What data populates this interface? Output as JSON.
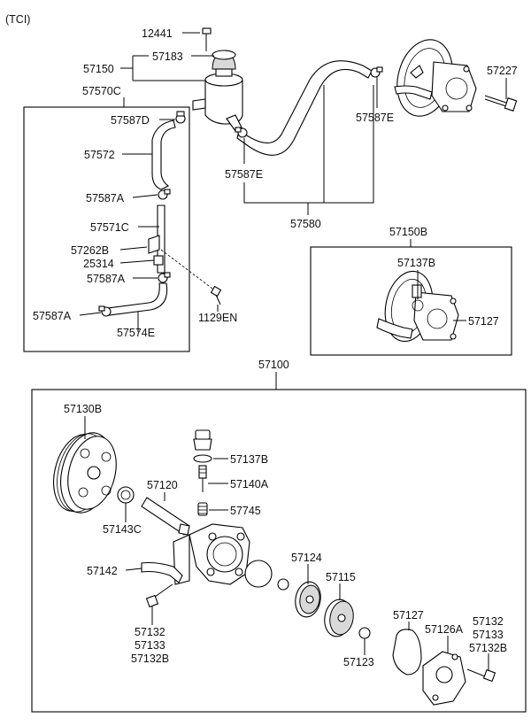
{
  "variant": "(TCI)",
  "labels": {
    "p12441": "12441",
    "p57150": "57150",
    "p57183": "57183",
    "p57570C": "57570C",
    "p57587D": "57587D",
    "p57572": "57572",
    "p57587A_1": "57587A",
    "p57571C": "57571C",
    "p57262B": "57262B",
    "p25314": "25314",
    "p57587A_2": "57587A",
    "p57587A_3": "57587A",
    "p57574E": "57574E",
    "p1129EN": "1129EN",
    "p57587E_1": "57587E",
    "p57587E_2": "57587E",
    "p57580": "57580",
    "p57227": "57227",
    "p57150B": "57150B",
    "p57137B_1": "57137B",
    "p57127_1": "57127",
    "p57100": "57100",
    "p57130B": "57130B",
    "p57137B_2": "57137B",
    "p57140A": "57140A",
    "p57120": "57120",
    "p57745": "57745",
    "p57143C": "57143C",
    "p57142": "57142",
    "p57124": "57124",
    "p57115": "57115",
    "p57132_a": "57132",
    "p57133_a": "57133",
    "p57132B_a": "57132B",
    "p57127_2": "57127",
    "p57126A": "57126A",
    "p57132_b": "57132",
    "p57133_b": "57133",
    "p57132B_b": "57132B",
    "p57123": "57123"
  }
}
